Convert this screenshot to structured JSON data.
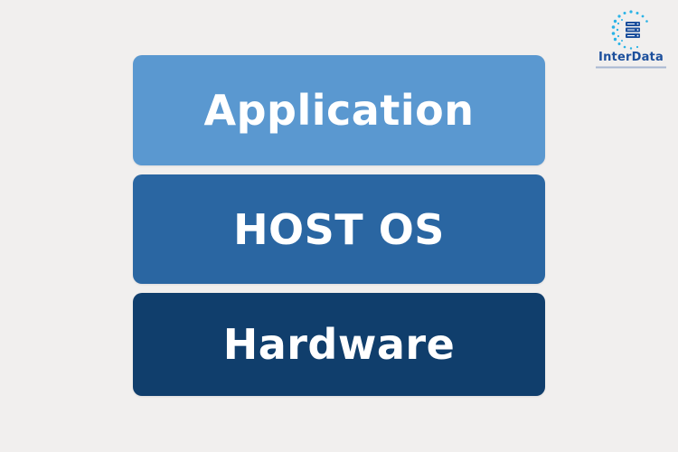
{
  "layers": [
    {
      "label": "Application",
      "color": "#5a98d0"
    },
    {
      "label": "HOST OS",
      "color": "#2a66a2"
    },
    {
      "label": "Hardware",
      "color": "#103e6c"
    }
  ],
  "logo": {
    "wordmark": "InterData",
    "icon": "server-rack-icon",
    "colors": {
      "primary": "#1c4f9c",
      "accent": "#2ab3e6"
    }
  },
  "background_color": "#f1efee"
}
